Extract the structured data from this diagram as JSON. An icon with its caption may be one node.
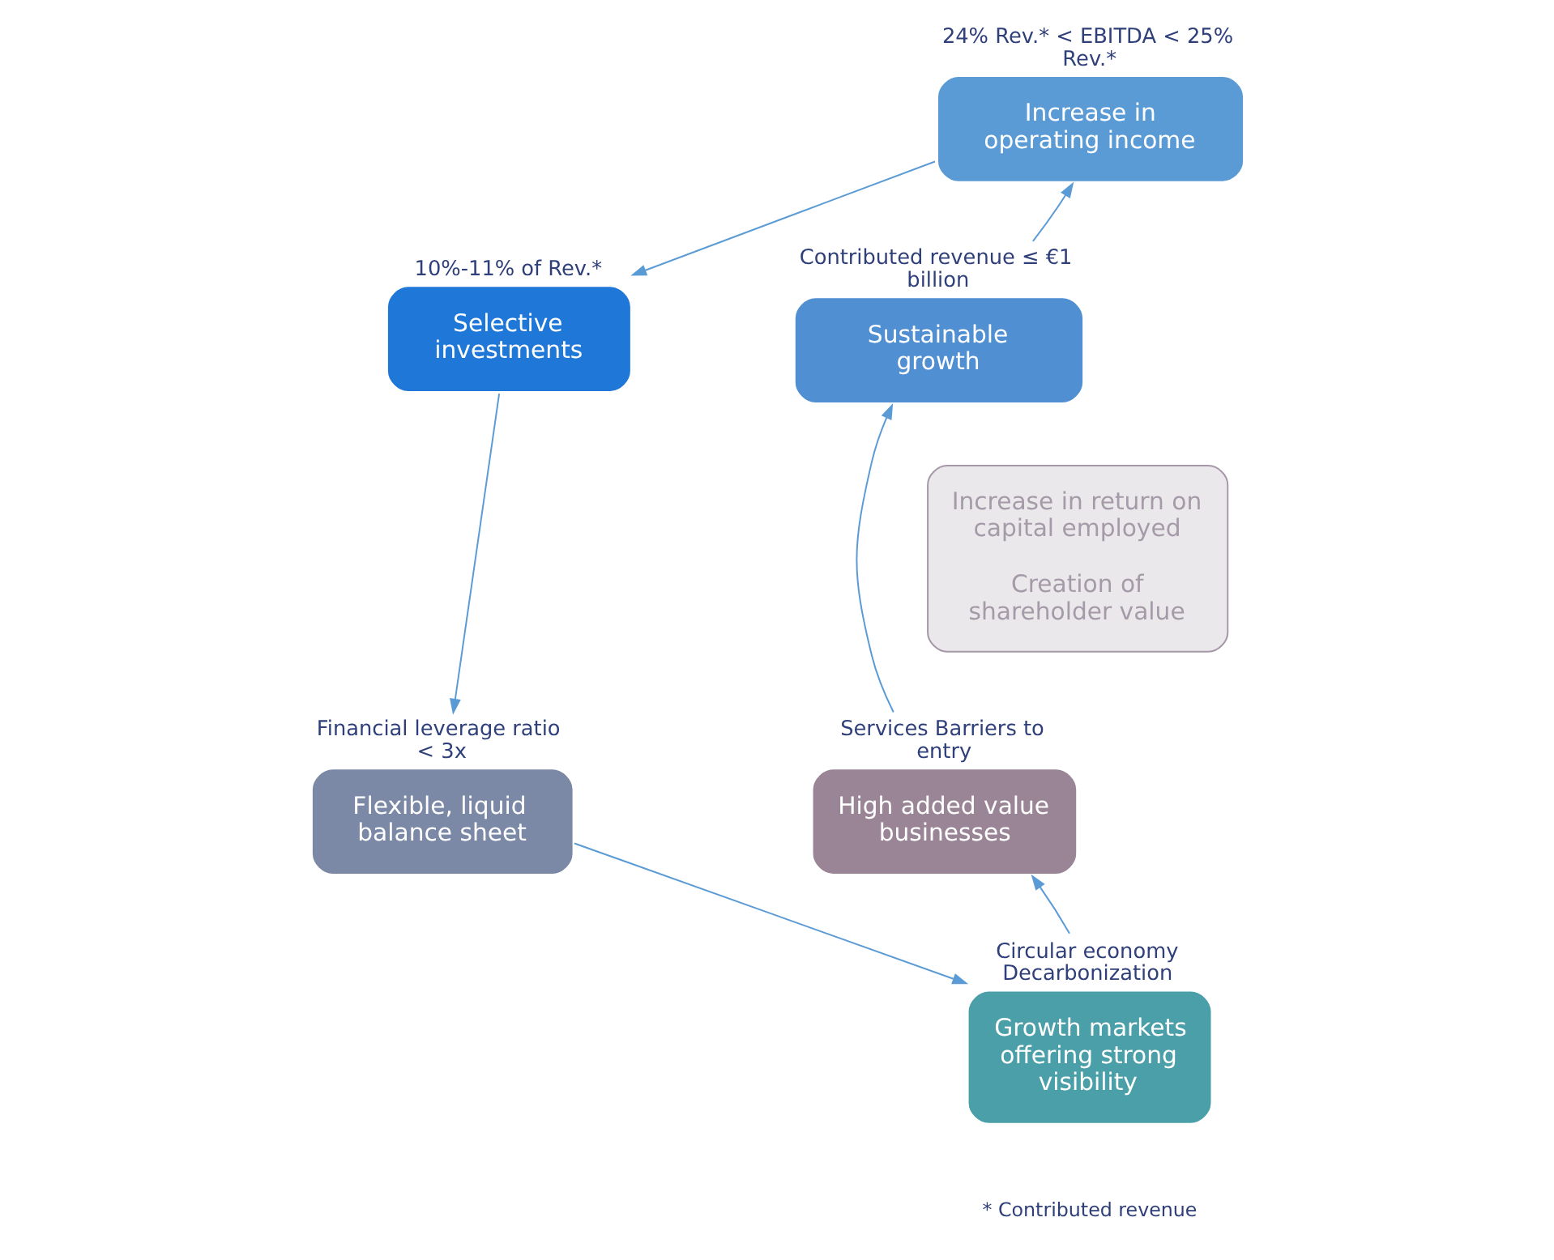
{
  "diagram": {
    "nodes": [
      {
        "text": [
          "Increase in operating income"
        ],
        "beside": [
          "24% Rev.* < EBITDA < 25% Rev.*"
        ]
      },
      {
        "text": [
          "Selective investments"
        ],
        "beside": [
          "10%-11% of Rev.*"
        ]
      },
      {
        "text": [
          "Flexible, liquid balance sheet"
        ],
        "beside": [
          "Financial leverage ratio < 3x"
        ]
      },
      {
        "text": [
          "Growth markets offering strong visibility"
        ],
        "beside": [
          "Circular economy Decarbonization"
        ]
      },
      {
        "text": [
          "High added value businesses"
        ],
        "beside": [
          "Services Barriers to entry"
        ]
      },
      {
        "text": [
          "Sustainable growth"
        ],
        "beside": [
          "Contributed revenue ≤ €1 billion"
        ]
      },
      {
        "text": [
          "Increase in return on capital employed",
          "Creation of shareholder value"
        ]
      }
    ],
    "edges": [
      {
        "from": 0,
        "to": 1,
        "arrow": "to"
      },
      {
        "from": 1,
        "to": 2,
        "arrow": "to"
      },
      {
        "from": 2,
        "to": 3,
        "arrow": "to"
      },
      {
        "from": 3,
        "to": 4,
        "arrow": "to"
      },
      {
        "from": 4,
        "to": 5,
        "arrow": "to"
      },
      {
        "from": 5,
        "to": 0,
        "arrow": "to"
      }
    ],
    "labels": [
      "* Contributed revenue"
    ]
  }
}
